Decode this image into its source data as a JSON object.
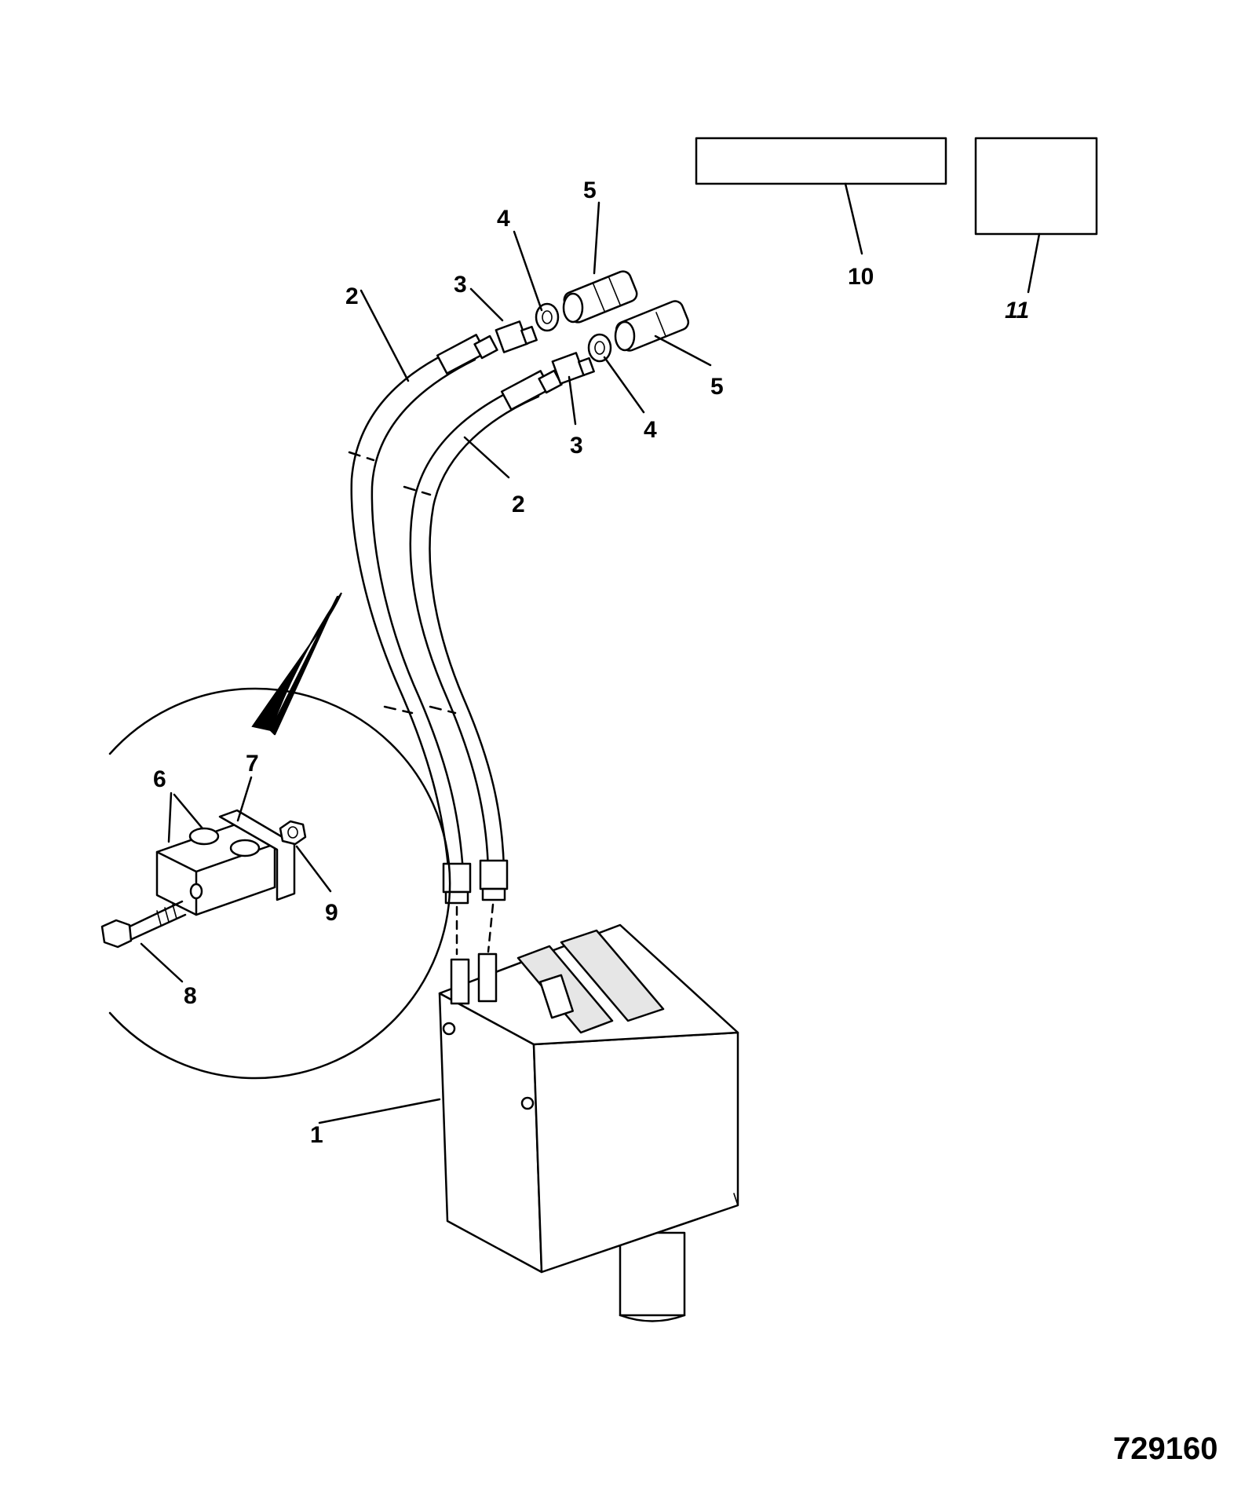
{
  "figure_id": "729160",
  "callouts": {
    "c1": "1",
    "c2a": "2",
    "c2b": "2",
    "c3a": "3",
    "c3b": "3",
    "c4a": "4",
    "c4b": "4",
    "c5a": "5",
    "c5b": "5",
    "c6": "6",
    "c7": "7",
    "c8": "8",
    "c9": "9",
    "c10": "10",
    "c11": "11"
  }
}
